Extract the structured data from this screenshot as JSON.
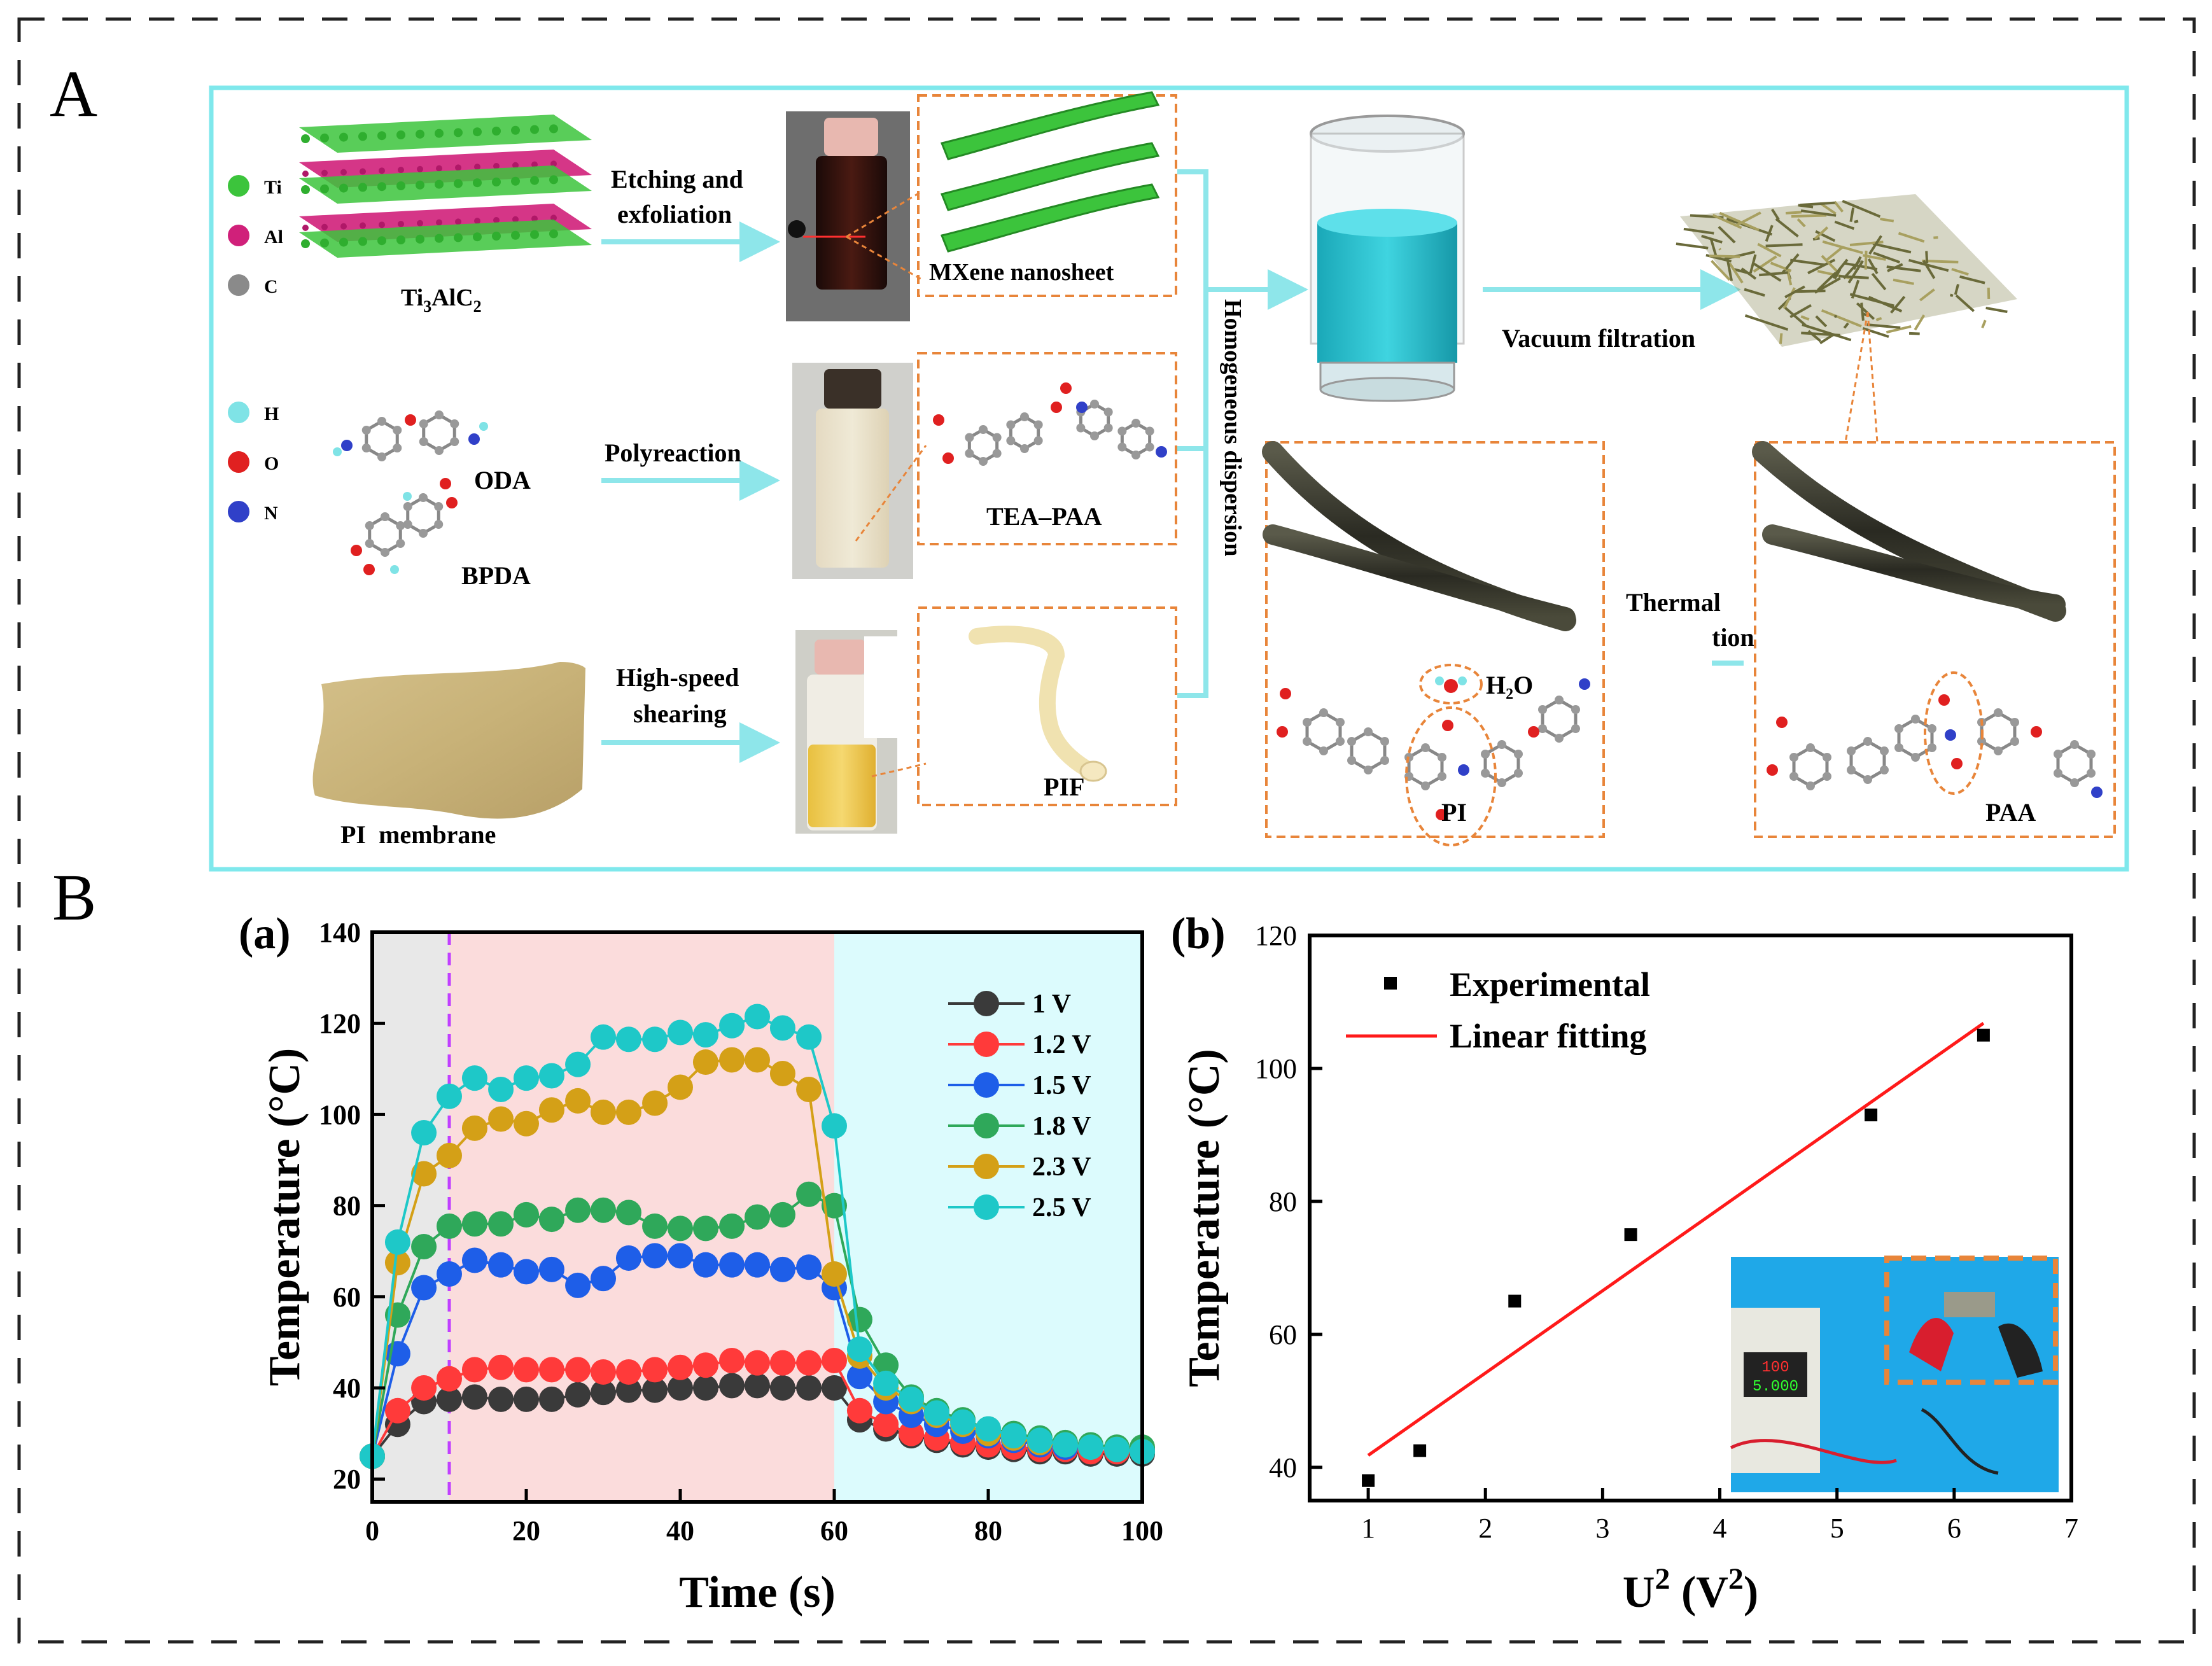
{
  "panel_A": {
    "letter": "A",
    "legend_atoms_top": [
      {
        "symbol": "Ti",
        "color": "#3cc43c"
      },
      {
        "symbol": "Al",
        "color": "#d0207a"
      },
      {
        "symbol": "C",
        "color": "#8a8a8a"
      }
    ],
    "legend_atoms_mid": [
      {
        "symbol": "H",
        "color": "#7fe3e6"
      },
      {
        "symbol": "O",
        "color": "#e02020"
      },
      {
        "symbol": "N",
        "color": "#3040c8"
      }
    ],
    "labels": {
      "ti3alc2_base": "Ti",
      "ti3alc2_sub1": "3",
      "ti3alc2_mid": "AlC",
      "ti3alc2_sub2": "2",
      "etching": "Etching and",
      "exfoliation": "exfoliation",
      "mxene": "MXene nanosheet",
      "oda": "ODA",
      "bpda": "BPDA",
      "polyreaction": "Polyreaction",
      "tea_paa": "TEA–PAA",
      "high_speed": "High-speed",
      "shearing": "shearing",
      "pif": "PIF",
      "pi_membrane": "PI  membrane",
      "homogeneous": "Homogeneous dispersion",
      "vacuum": "Vacuum filtration",
      "thermal": "Thermal",
      "tion": "tion",
      "h2o": "H₂O",
      "pi": "PI",
      "paa": "PAA"
    },
    "colors": {
      "frame": "#7fe8ec",
      "arrow": "#8ee6ea",
      "dash_box": "#e8853a"
    }
  },
  "panel_B": {
    "letter": "B",
    "sub_a": "(a)",
    "sub_b": "(b)"
  },
  "chart_data": [
    {
      "type": "line",
      "id": "a",
      "xlabel": "Time (s)",
      "ylabel": "Temperature (°C)",
      "xlim": [
        0,
        100
      ],
      "ylim": [
        15,
        140
      ],
      "xticks": [
        0,
        20,
        40,
        60,
        80,
        100
      ],
      "yticks": [
        20,
        40,
        60,
        80,
        100,
        120,
        140
      ],
      "legend_position": "top-right",
      "regions": [
        {
          "from": 0,
          "to": 10,
          "color": "#e8e8e8"
        },
        {
          "from": 10,
          "to": 60,
          "color": "#fbdcdc"
        },
        {
          "from": 60,
          "to": 100,
          "color": "#dcfbfd"
        }
      ],
      "vline": {
        "x": 10,
        "color": "#c040ff"
      },
      "x": [
        0,
        3.3,
        6.7,
        10,
        13.3,
        16.7,
        20,
        23.3,
        26.7,
        30,
        33.3,
        36.7,
        40,
        43.3,
        46.7,
        50,
        53.3,
        56.7,
        60,
        63.3,
        66.7,
        70,
        73.3,
        76.7,
        80,
        83.3,
        86.7,
        90,
        93.3,
        96.7,
        100
      ],
      "series": [
        {
          "name": "1 V",
          "color": "#3a3a3a",
          "values": [
            25,
            32,
            37,
            37.5,
            38,
            37.5,
            37.5,
            37.5,
            38.5,
            39,
            39.5,
            39.5,
            40,
            40,
            40.5,
            40.5,
            40,
            40,
            40,
            33,
            31,
            29.5,
            28.5,
            27.5,
            27,
            26.5,
            26,
            26,
            25.5,
            25.5,
            25.5
          ]
        },
        {
          "name": "1.2 V",
          "color": "#ff3a3a",
          "values": [
            25,
            35,
            40,
            42,
            44,
            44.5,
            44,
            44,
            44,
            43.5,
            43.5,
            44,
            44.5,
            45,
            46,
            45.5,
            45.5,
            45.5,
            46,
            35,
            32,
            30,
            29,
            28,
            27.5,
            27,
            26.5,
            26.5,
            26,
            26,
            26
          ]
        },
        {
          "name": "1.5 V",
          "color": "#1e5ee8",
          "values": [
            25,
            47.5,
            62,
            65,
            68,
            67,
            65.5,
            66,
            62.5,
            64,
            68.5,
            69,
            69,
            67,
            67,
            67,
            66,
            66.5,
            62,
            42.5,
            37,
            34,
            32,
            30.5,
            29.5,
            28.5,
            27.5,
            27,
            27,
            26.5,
            26.5
          ]
        },
        {
          "name": "1.8 V",
          "color": "#2fa85a",
          "values": [
            25,
            56,
            71,
            75.5,
            76,
            76,
            78,
            77,
            79,
            79,
            78.5,
            75.5,
            75,
            75,
            75.5,
            77.5,
            78,
            82.5,
            80,
            55,
            45,
            38,
            35,
            33,
            31,
            30,
            29,
            28,
            27.5,
            27,
            27
          ]
        },
        {
          "name": "2.3 V",
          "color": "#d4a017",
          "values": [
            25,
            67.5,
            87,
            91,
            97,
            99,
            98,
            101,
            103,
            100.5,
            100.5,
            102.5,
            106,
            111.5,
            112,
            112,
            109,
            105.5,
            65,
            47,
            40,
            37,
            34,
            32,
            30,
            29,
            28,
            27.5,
            27,
            26.5,
            26
          ]
        },
        {
          "name": "2.5 V",
          "color": "#1ec8c8",
          "values": [
            25,
            72,
            96,
            104,
            108,
            105.5,
            108,
            108.5,
            111,
            117,
            116.5,
            116.5,
            118,
            117.5,
            119.5,
            121.5,
            119,
            117,
            97.5,
            48.5,
            41,
            37.5,
            34.5,
            32.5,
            31,
            29.5,
            28.5,
            27.5,
            27,
            26.5,
            26
          ]
        }
      ]
    },
    {
      "type": "scatter",
      "id": "b",
      "xlabel_base": "U",
      "xlabel_sup1": "2",
      "xlabel_paren": " (V",
      "xlabel_sup2": "2",
      "xlabel_close": ")",
      "ylabel": "Temperature (°C)",
      "xlim": [
        0.5,
        7
      ],
      "ylim": [
        35,
        120
      ],
      "xticks": [
        1,
        2,
        3,
        4,
        5,
        6,
        7
      ],
      "yticks": [
        40,
        60,
        80,
        100,
        120
      ],
      "legend_position": "top-left",
      "series": [
        {
          "name": "Experimental",
          "type": "scatter",
          "color": "#000000",
          "x": [
            1,
            1.44,
            2.25,
            3.24,
            5.29,
            6.25
          ],
          "y": [
            38,
            42.5,
            65,
            75,
            93,
            105
          ]
        },
        {
          "name": "Linear fitting",
          "type": "line",
          "color": "#ff1a1a",
          "x": [
            1,
            6.25
          ],
          "y": [
            41.8,
            106.8
          ]
        }
      ],
      "inset_screen": {
        "line1": "100",
        "line2": "5.000"
      }
    }
  ]
}
